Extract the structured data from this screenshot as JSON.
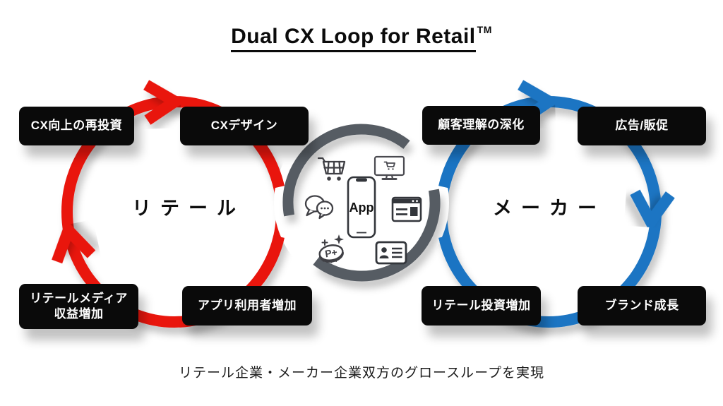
{
  "title": {
    "text": "Dual CX Loop for Retail",
    "tm": "TM"
  },
  "caption": "リテール企業・メーカー企業双方のグロースループを実現",
  "loops": {
    "retail": {
      "label": "リテール"
    },
    "maker": {
      "label": "メーカー"
    }
  },
  "nodes": [
    {
      "loop": "retail",
      "label": "CX向上の再投資"
    },
    {
      "loop": "retail",
      "label": "CXデザイン"
    },
    {
      "loop": "maker",
      "label": "顧客理解の深化"
    },
    {
      "loop": "maker",
      "label": "広告/販促"
    },
    {
      "loop": "retail",
      "label": "リテールメディア\n収益増加"
    },
    {
      "loop": "retail",
      "label": "アプリ利用者増加"
    },
    {
      "loop": "maker",
      "label": "リテール投資増加"
    },
    {
      "loop": "maker",
      "label": "ブランド成長"
    }
  ],
  "center": {
    "app_label": "App",
    "point_label": "P+",
    "icons": [
      "cart-icon",
      "online-shop-icon",
      "chat-icon",
      "app-phone-icon",
      "web-media-icon",
      "point-coin-icon",
      "member-card-icon"
    ]
  },
  "colors": {
    "red": "#e9150d",
    "blue": "#1a74c3",
    "hub_gray": "#575c63",
    "box_background": "#0a0a0a",
    "box_text": "#ffffff",
    "background": "#ffffff",
    "text": "#111111"
  }
}
